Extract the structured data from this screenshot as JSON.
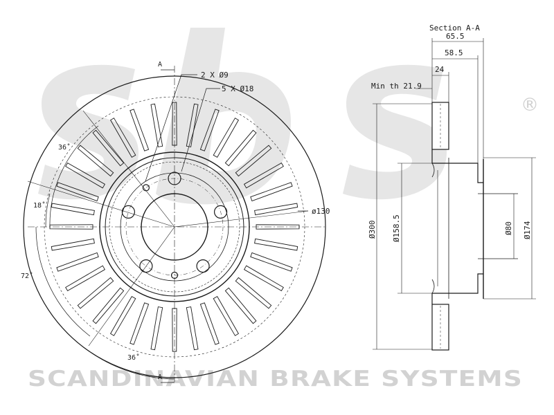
{
  "watermark": {
    "brand_text": "SCANDINAVIAN BRAKE SYSTEMS",
    "logo_letters": "sbs",
    "registered_mark": "®"
  },
  "front_view": {
    "section_mark_top": "A",
    "section_mark_bottom": "A",
    "hole_small": "2 X Ø9",
    "hole_bolt": "5 X Ø18",
    "pcd": "ø130",
    "angle_top_left": "36˚",
    "angle_left": "18˚",
    "angle_bottom_left": "72˚",
    "angle_bottom": "36˚"
  },
  "section_view": {
    "title": "Section A-A",
    "overall_height": "65.5",
    "hat_height": "58.5",
    "thickness": "24",
    "min_thickness": "Min th 21.9",
    "outer_diameter": "Ø300",
    "hat_outer_diameter": "Ø158.5",
    "center_bore": "Ø80",
    "hat_diameter": "Ø174"
  },
  "colors": {
    "line": "#1a1a1a",
    "watermark": "#d2d2d2",
    "fill": "#ffffff"
  }
}
